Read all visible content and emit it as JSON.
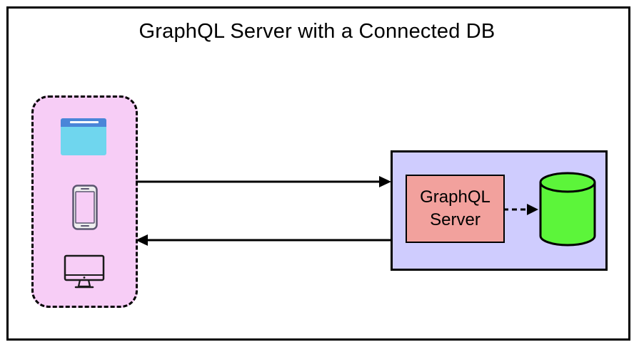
{
  "title": "GraphQL Server with a Connected DB",
  "clients": [
    {
      "icon": "browser-window-icon"
    },
    {
      "icon": "mobile-phone-icon"
    },
    {
      "icon": "desktop-monitor-icon"
    }
  ],
  "server": {
    "line1": "GraphQL",
    "line2": "Server"
  },
  "database": {
    "icon": "database-cylinder-icon"
  },
  "colors": {
    "client_fill": "#f7cdf6",
    "server_container_fill": "#cfccfe",
    "server_fill": "#f2a19d",
    "database_fill": "#5cf53a",
    "browser_top": "#4a86d8",
    "browser_body": "#6fd6ee"
  }
}
